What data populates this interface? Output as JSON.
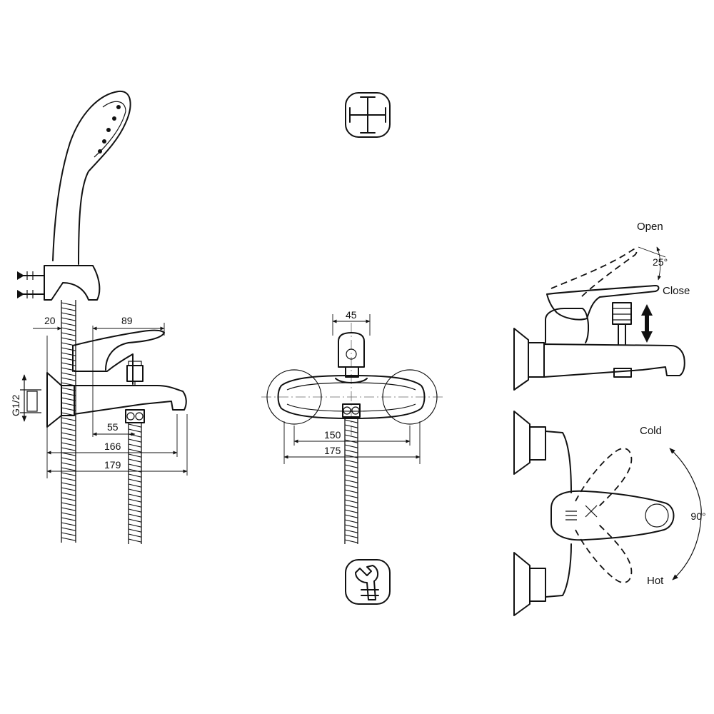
{
  "side_view": {
    "dim_20": "20",
    "dim_89": "89",
    "thread": "G1/2",
    "dim_55": "55",
    "dim_166": "166",
    "dim_179": "179"
  },
  "front_view": {
    "dim_45": "45",
    "dim_150": "150",
    "dim_175": "175"
  },
  "operation_view": {
    "open": "Open",
    "lift_angle": "25°",
    "close": "Close",
    "cold": "Cold",
    "rotate_angle": "90°",
    "hot": "Hot"
  },
  "icons": [
    "cross-alignment-icon",
    "wrench-icon"
  ]
}
